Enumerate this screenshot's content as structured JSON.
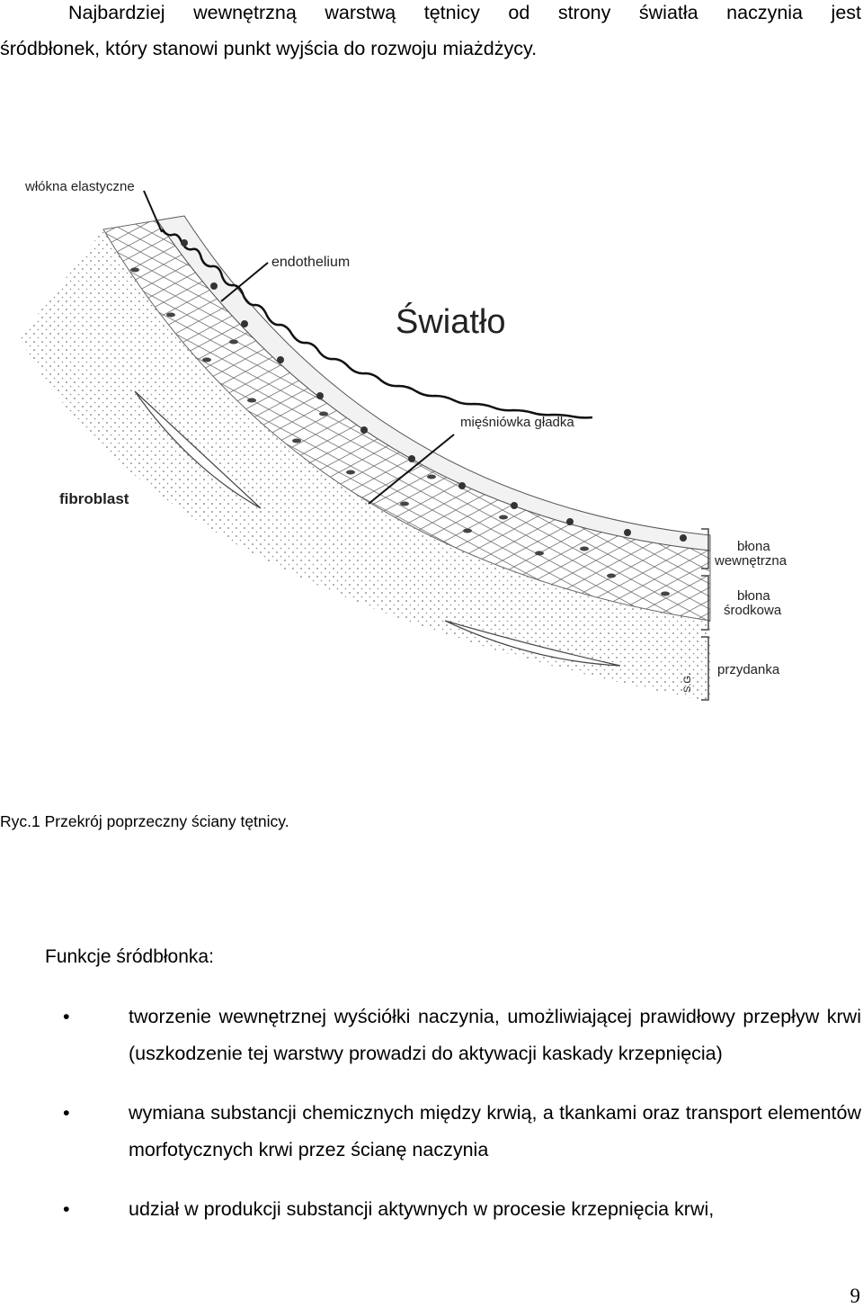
{
  "intro": {
    "line1": "Najbardziej wewnętrzną warstwą tętnicy od strony światła naczynia jest",
    "line2": "śródbłonek, który stanowi punkt wyjścia do rozwoju miażdżycy."
  },
  "figure": {
    "labels": {
      "elastic_fibers": "włókna elastyczne",
      "endothelium": "endothelium",
      "lumen": "Światło",
      "smooth_muscle": "mięśniówka gładka",
      "fibroblast": "fibroblast",
      "intima_1": "błona",
      "intima_2": "wewnętrzna",
      "media_1": "błona",
      "media_2": "środkowa",
      "adventitia": "przydanka",
      "author": "S.G."
    }
  },
  "caption": "Ryc.1 Przekrój poprzeczny ściany tętnicy.",
  "section_title": "Funkcje śródbłonka:",
  "functions": [
    "tworzenie wewnętrznej wyściółki naczynia, umożliwiającej prawidłowy przepływ krwi (uszkodzenie tej warstwy prowadzi do aktywacji kaskady krzepnięcia)",
    "wymiana substancji chemicznych między krwią, a tkankami oraz transport elementów morfotycznych krwi przez ścianę naczynia",
    "udział w produkcji substancji aktywnych w procesie krzepnięcia krwi,"
  ],
  "bullet_symbol": "•",
  "page_number": "9"
}
